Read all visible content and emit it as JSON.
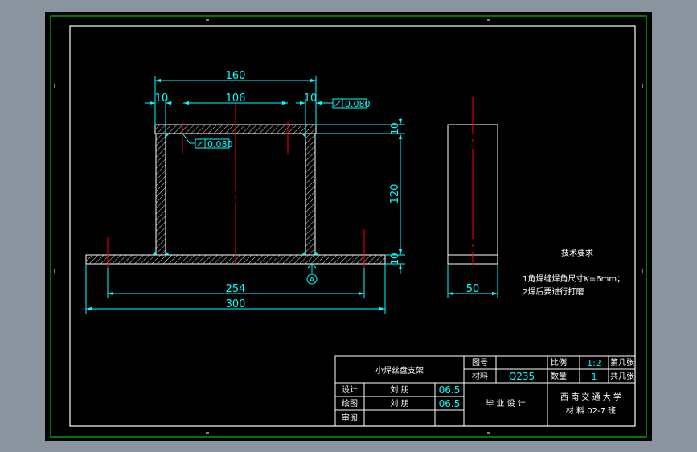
{
  "colors": {
    "background": "#000000",
    "frame": "#00c800",
    "part": "#ffffff",
    "dimension": "#00ffff",
    "centerline": "#ff0000",
    "hatch": "#d8d8d8",
    "desktop": "#8a949e"
  },
  "front_view": {
    "dims": {
      "top_width": "160",
      "left_flange": "10",
      "inner_gap": "106",
      "right_flange": "10",
      "height": "120",
      "top_thickness": "10",
      "bottom_thickness": "10",
      "hole_spacing": "254",
      "base_width": "300"
    },
    "tolerance_top": "0.080",
    "tolerance_mid": "0.080",
    "datum": "A"
  },
  "side_view": {
    "width": "50"
  },
  "notes": {
    "title": "技术要求",
    "line1": "1角焊缝焊角尺寸K=6mm；",
    "line2": "2焊后要进行打磨"
  },
  "title_block": {
    "part_name": "小焊丝盘支架",
    "drawing_no_label": "图号",
    "material_label": "材料",
    "material_value": "Q235",
    "scale_label": "比例",
    "scale_value": "1:2",
    "sheet_label": "第几张",
    "qty_label": "数量",
    "qty_value": "1",
    "total_label": "共几张",
    "design_label": "设计",
    "design_name": "刘 朋",
    "design_date": "06.5",
    "drawn_label": "绘图",
    "drawn_name": "刘 朋",
    "drawn_date": "06.5",
    "review_label": "审阅",
    "project": "毕 业 设 计",
    "school": "西 南 交 通 大 学",
    "class_name": "材 料 02-7 班"
  }
}
